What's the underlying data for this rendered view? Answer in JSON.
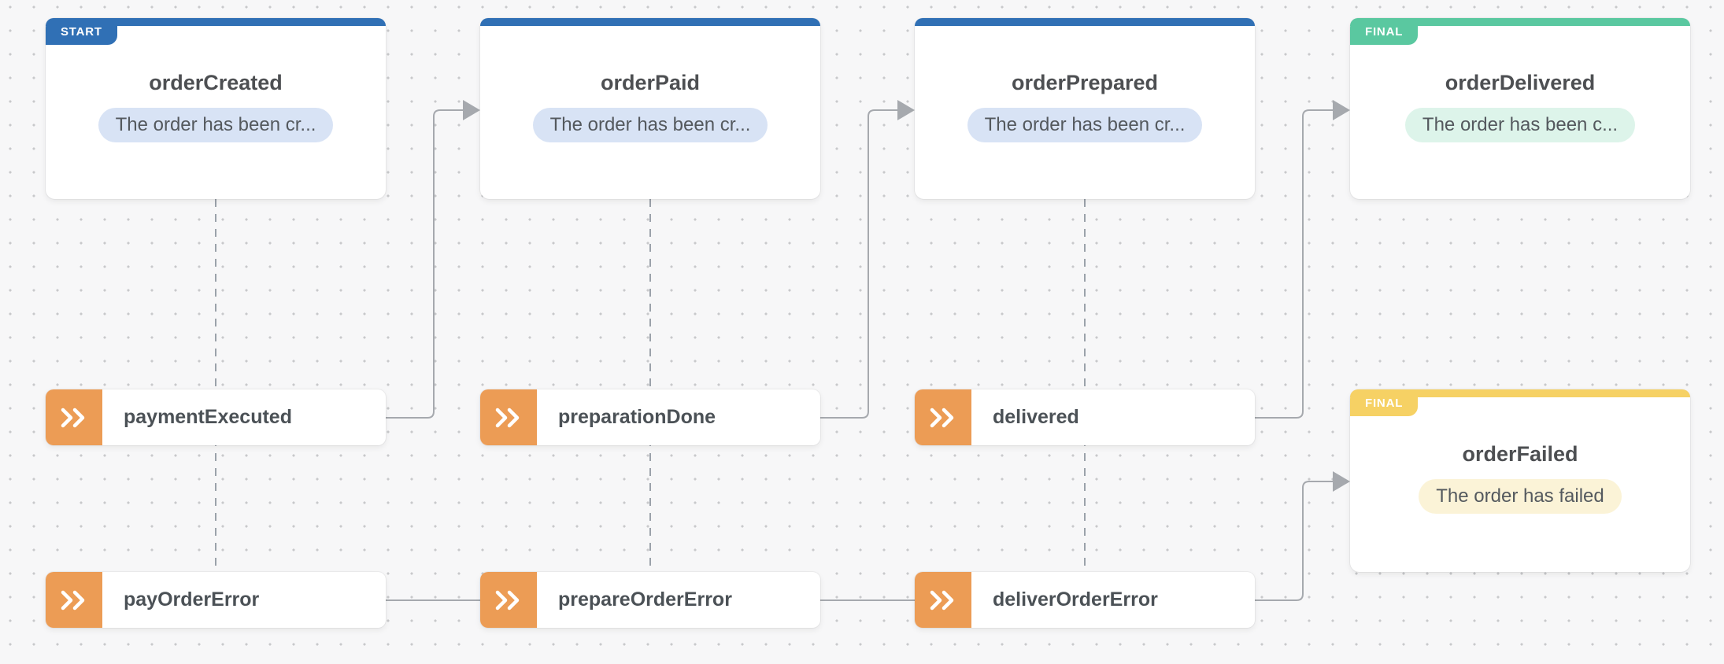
{
  "diagram": {
    "type": "state-machine-flow",
    "states": [
      {
        "id": "orderCreated",
        "title": "orderCreated",
        "badge": "START",
        "description": "The order has been cr...",
        "variant": "start"
      },
      {
        "id": "orderPaid",
        "title": "orderPaid",
        "badge": "",
        "description": "The order has been cr...",
        "variant": "state"
      },
      {
        "id": "orderPrepared",
        "title": "orderPrepared",
        "badge": "",
        "description": "The order has been cr...",
        "variant": "state"
      },
      {
        "id": "orderDelivered",
        "title": "orderDelivered",
        "badge": "FINAL",
        "description": "The order has been c...",
        "variant": "final-success"
      },
      {
        "id": "orderFailed",
        "title": "orderFailed",
        "badge": "FINAL",
        "description": "The order has failed",
        "variant": "final-error"
      }
    ],
    "events": [
      {
        "id": "paymentExecuted",
        "label": "paymentExecuted"
      },
      {
        "id": "preparationDone",
        "label": "preparationDone"
      },
      {
        "id": "delivered",
        "label": "delivered"
      },
      {
        "id": "payOrderError",
        "label": "payOrderError"
      },
      {
        "id": "prepareOrderError",
        "label": "prepareOrderError"
      },
      {
        "id": "deliverOrderError",
        "label": "deliverOrderError"
      }
    ],
    "edges": [
      {
        "from": "paymentExecuted",
        "to": "orderPaid",
        "style": "solid-arrow"
      },
      {
        "from": "preparationDone",
        "to": "orderPrepared",
        "style": "solid-arrow"
      },
      {
        "from": "delivered",
        "to": "orderDelivered",
        "style": "solid-arrow"
      },
      {
        "from": "deliverOrderError",
        "to": "orderFailed",
        "style": "solid-arrow"
      },
      {
        "from": "payOrderError",
        "to": "prepareOrderError",
        "style": "solid"
      },
      {
        "from": "prepareOrderError",
        "to": "deliverOrderError",
        "style": "solid"
      },
      {
        "from": "orderCreated",
        "to": "paymentExecuted / payOrderError",
        "style": "dashed"
      },
      {
        "from": "orderPaid",
        "to": "preparationDone / prepareOrderError",
        "style": "dashed"
      },
      {
        "from": "orderPrepared",
        "to": "delivered / deliverOrderError",
        "style": "dashed"
      }
    ]
  },
  "colors": {
    "blue": "#3070B5",
    "green": "#5AC8A0",
    "yellow": "#F6D164",
    "orange": "#EC9C55",
    "pill-blue": "#D8E3F5",
    "pill-green": "#DDF4EA",
    "pill-yellow": "#FBF3D7",
    "edge": "#A6A9AE",
    "dash": "#9BA2AA",
    "bg": "#F7F7F8",
    "dot": "#C8C9CB",
    "title": "#4D4F52",
    "text": "#4B5156",
    "badge-text": "#FFFFFF"
  }
}
